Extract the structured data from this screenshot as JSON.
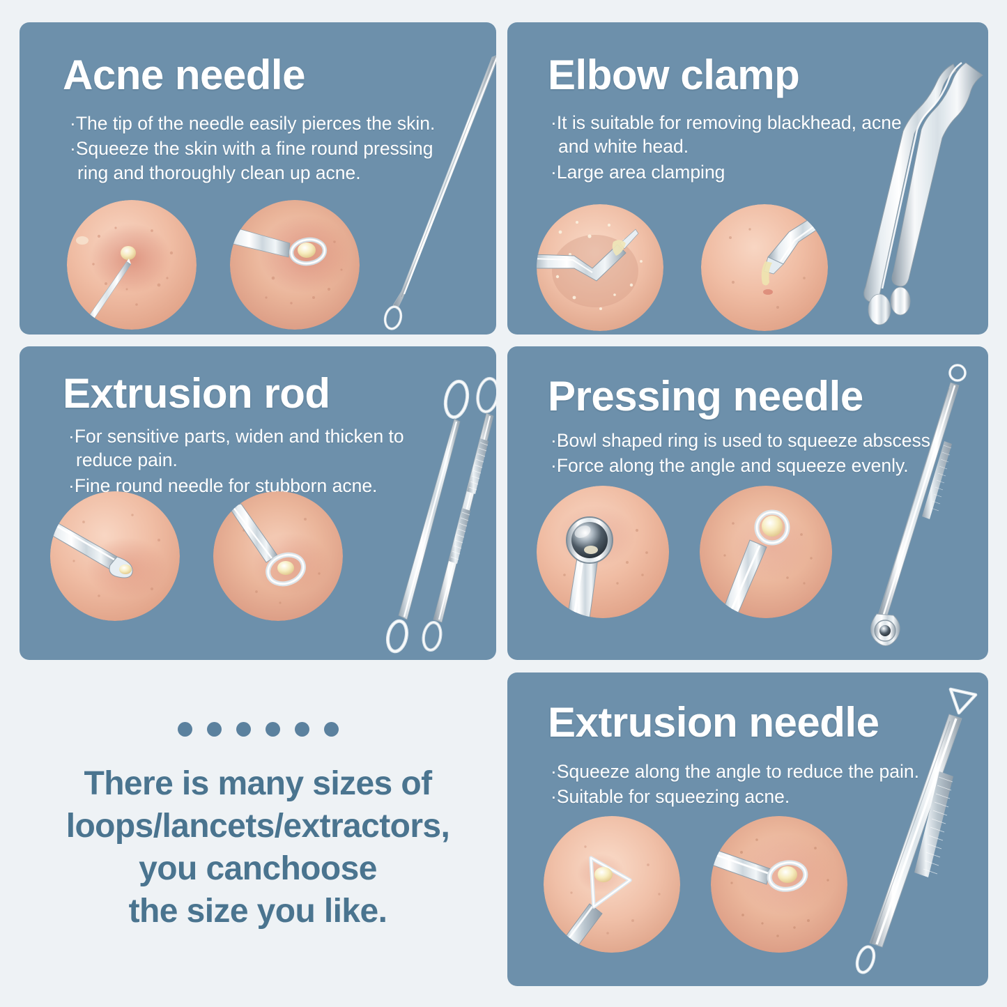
{
  "colors": {
    "page_background": "#eef2f5",
    "panel_background": "#6d90ab",
    "heading_text": "#ffffff",
    "body_text": "#ffffff",
    "promo_text": "#4a748f",
    "dot": "#5b819e",
    "metal_light": "#f4f7f9",
    "metal_mid": "#c3ced6",
    "metal_dark": "#8d9ba7",
    "skin_light": "#f2c3ad",
    "skin_mid": "#e6a98f",
    "skin_deep": "#d79078"
  },
  "panels": [
    {
      "id": "acne-needle",
      "title": "Acne needle",
      "bullets": [
        "·The tip of the needle easily pierces the skin.",
        "·Squeeze the skin with a fine round pressing ring and thoroughly clean up acne."
      ],
      "photos": [
        {
          "caption_name": "needle-piercing-skin-photo"
        },
        {
          "caption_name": "loop-extractor-on-pimple-photo"
        }
      ],
      "tool_name": "acne-needle-tool"
    },
    {
      "id": "elbow-clamp",
      "title": "Elbow clamp",
      "bullets": [
        "·It is suitable for removing blackhead, acne and white head.",
        "·Large area clamping"
      ],
      "photos": [
        {
          "caption_name": "clamp-removing-blackhead-photo"
        },
        {
          "caption_name": "clamp-extracting-whitehead-photo"
        }
      ],
      "tool_name": "elbow-clamp-tweezers-tool"
    },
    {
      "id": "extrusion-rod",
      "title": "Extrusion rod",
      "bullets": [
        "·For sensitive parts, widen and thicken to reduce pain.",
        "·Fine round needle for stubborn acne."
      ],
      "photos": [
        {
          "caption_name": "wide-loop-pressing-skin-photo"
        },
        {
          "caption_name": "round-loop-on-pimple-photo"
        }
      ],
      "tool_name": "extrusion-rod-pair-tool"
    },
    {
      "id": "pressing-needle",
      "title": "Pressing needle",
      "bullets": [
        "·Bowl shaped ring is used to squeeze abscess.",
        "·Force along the angle and squeeze evenly."
      ],
      "photos": [
        {
          "caption_name": "bowl-ring-squeezing-abscess-photo"
        },
        {
          "caption_name": "small-ring-squeezing-pimple-photo"
        }
      ],
      "tool_name": "pressing-needle-tool"
    },
    {
      "id": "extrusion-needle",
      "title": "Extrusion needle",
      "bullets": [
        "·Squeeze along the angle to reduce the pain.",
        "·Suitable for squeezing acne."
      ],
      "photos": [
        {
          "caption_name": "triangle-loop-on-whitehead-photo"
        },
        {
          "caption_name": "oval-loop-squeezing-pimple-photo"
        }
      ],
      "tool_name": "extrusion-needle-tool"
    }
  ],
  "promo": {
    "dot_count": 6,
    "lines": [
      "There is many sizes of",
      "loops/lancets/extractors,",
      "you canchoose",
      "the size you like."
    ]
  }
}
